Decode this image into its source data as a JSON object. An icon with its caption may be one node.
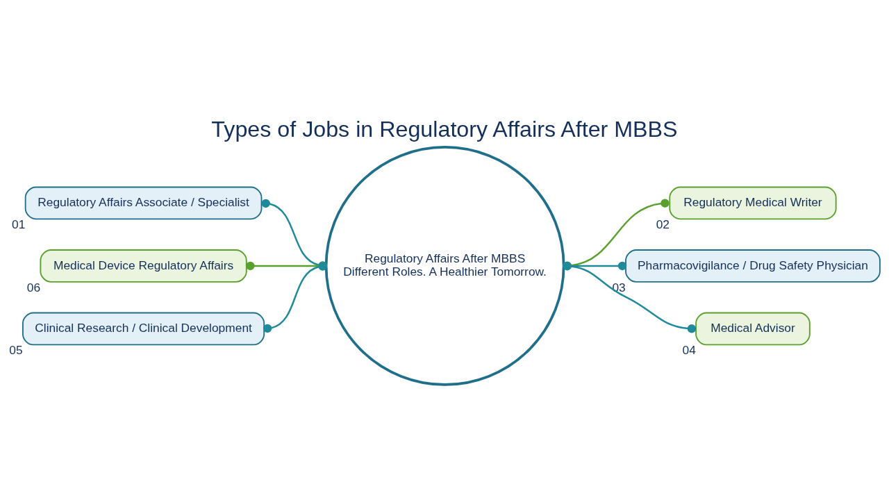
{
  "diagram": {
    "title": "Types of Jobs in Regulatory Affairs After MBBS",
    "nodes": [
      {
        "text": [
          "Regulatory Affairs After MBBS",
          "Different Roles. A Healthier Tomorrow."
        ]
      },
      {
        "text": [
          "Regulatory Affairs Associate / Specialist"
        ],
        "beside": [
          "01"
        ]
      },
      {
        "text": [
          "Regulatory Medical Writer"
        ],
        "beside": [
          "02"
        ]
      },
      {
        "text": [
          "Medical Device Regulatory Affairs"
        ],
        "beside": [
          "06"
        ]
      },
      {
        "text": [
          "Pharmacovigilance / Drug Safety Physician"
        ],
        "beside": [
          "03"
        ]
      },
      {
        "text": [
          "Clinical Research / Clinical Development"
        ],
        "beside": [
          "05"
        ]
      },
      {
        "text": [
          "Medical Advisor"
        ],
        "beside": [
          "04"
        ]
      }
    ],
    "edges": [
      {
        "from": 1,
        "to": 0,
        "arrow": "other"
      },
      {
        "from": 0,
        "to": 2,
        "arrow": "other",
        "color": "#5aa02c"
      },
      {
        "from": 3,
        "to": 0,
        "arrow": "other",
        "color": "#5aa02c"
      },
      {
        "from": 0,
        "to": 4,
        "arrow": "other"
      },
      {
        "from": 5,
        "to": 0,
        "arrow": "other"
      },
      {
        "from": 0,
        "to": 6,
        "arrow": "other"
      }
    ]
  }
}
